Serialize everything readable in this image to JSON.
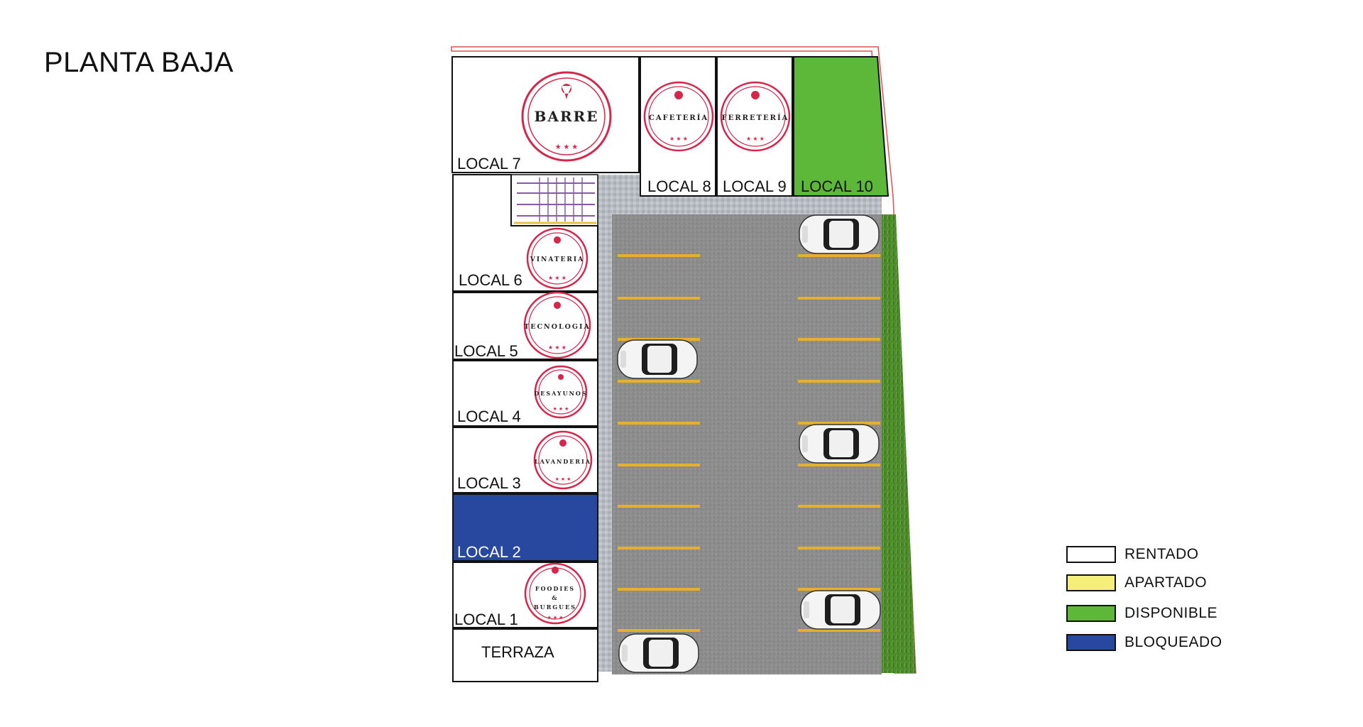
{
  "title": "PLANTA BAJA",
  "colors": {
    "rentado": "#ffffff",
    "apartado": "#f5ef7a",
    "disponible": "#5db83a",
    "bloqueado": "#27489e",
    "logo_red": "#d6264a",
    "asphalt": "#8e8e8e",
    "line_yellow": "#e7b02a"
  },
  "locales": {
    "local7": {
      "label": "LOCAL 7",
      "logo": "BARRE",
      "status": "rentado"
    },
    "local8": {
      "label": "LOCAL 8",
      "logo": "CAFETERÍA",
      "status": "rentado"
    },
    "local9": {
      "label": "LOCAL 9",
      "logo": "FERRETERÍA",
      "status": "rentado"
    },
    "local10": {
      "label": "LOCAL 10",
      "status": "disponible"
    },
    "local6": {
      "label": "LOCAL 6",
      "logo": "VINATERIA",
      "status": "rentado"
    },
    "local5": {
      "label": "LOCAL 5",
      "logo": "TECNOLOGIA",
      "status": "rentado"
    },
    "local4": {
      "label": "LOCAL 4",
      "logo": "DESAYUNOS",
      "status": "rentado"
    },
    "local3": {
      "label": "LOCAL 3",
      "logo": "LAVANDERIA",
      "status": "rentado"
    },
    "local2": {
      "label": "LOCAL 2",
      "status": "bloqueado"
    },
    "local1": {
      "label": "LOCAL 1",
      "logo_line1": "FOODIES",
      "logo_line2": "&",
      "logo_line3": "BURGUES",
      "status": "rentado"
    },
    "terraza": {
      "label": "TERRAZA"
    }
  },
  "legend": [
    {
      "label": "RENTADO",
      "color": "#ffffff"
    },
    {
      "label": "APARTADO",
      "color": "#f5ef7a"
    },
    {
      "label": "DISPONIBLE",
      "color": "#5db83a"
    },
    {
      "label": "BLOQUEADO",
      "color": "#27489e"
    }
  ]
}
